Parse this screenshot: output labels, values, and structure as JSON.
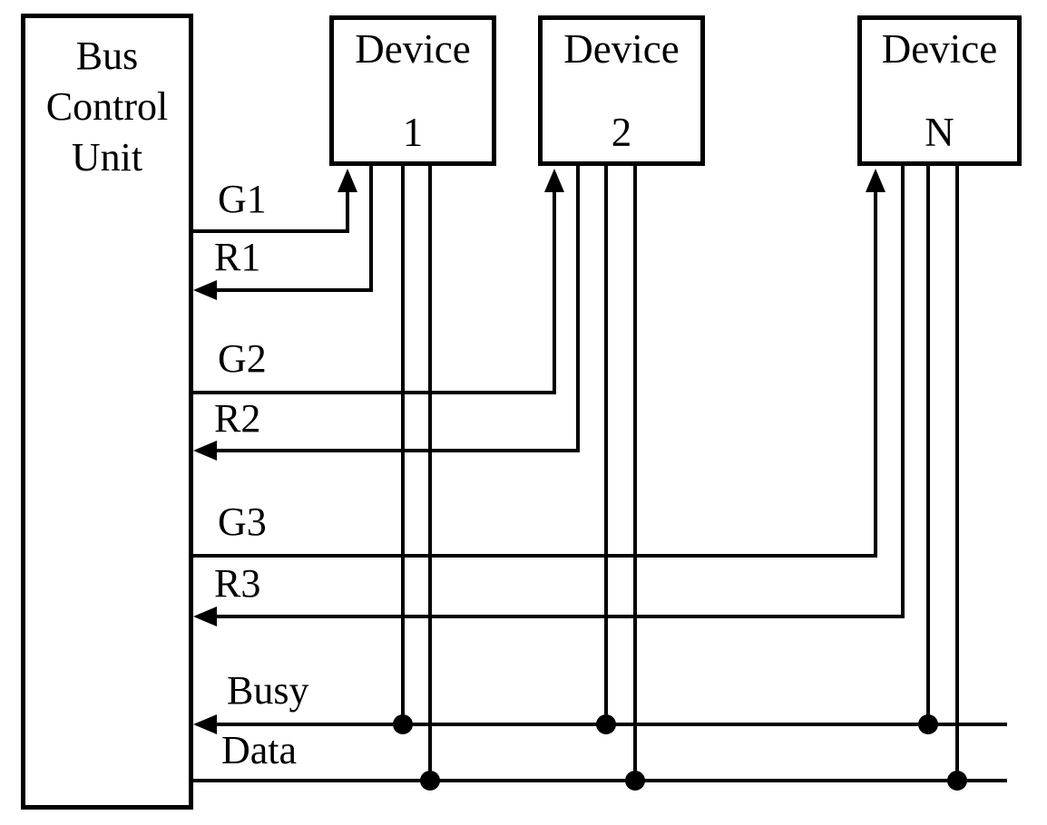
{
  "bus_control_unit": {
    "lines": [
      "Bus",
      "Control",
      "Unit"
    ]
  },
  "devices": [
    {
      "name": "Device",
      "id": "1"
    },
    {
      "name": "Device",
      "id": "2"
    },
    {
      "name": "Device",
      "id": "N"
    }
  ],
  "signals": {
    "g1": "G1",
    "r1": "R1",
    "g2": "G2",
    "r2": "R2",
    "g3": "G3",
    "r3": "R3",
    "busy": "Busy",
    "data": "Data"
  },
  "colors": {
    "ink": "#000000",
    "background": "#ffffff"
  }
}
